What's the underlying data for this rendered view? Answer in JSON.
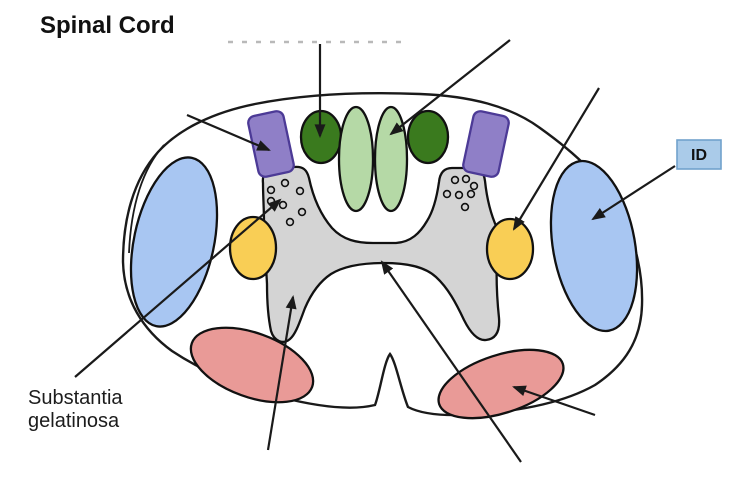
{
  "title": "Spinal Cord",
  "labels": {
    "substantia_line1": "Substantia",
    "substantia_line2": "gelatinosa",
    "id_tag": "ID"
  },
  "palette": {
    "outline": "#1a1a1a",
    "gray_matter": "#d4d4d4",
    "gray_matter_border": "#111111",
    "purple_fill": "#8f7fc7",
    "purple_border": "#4c3a96",
    "dark_green_fill": "#3a7a1e",
    "light_green_fill": "#b5d9a6",
    "yellow_fill": "#f9ce55",
    "blue_fill": "#a8c6f2",
    "pink_fill": "#e99a97",
    "shape_border": "#111111",
    "arrow_color": "#1a1a1a",
    "id_box_fill": "#aacbe9",
    "id_box_border": "#71a2cc",
    "artifact_gray": "#b9b9b9"
  }
}
